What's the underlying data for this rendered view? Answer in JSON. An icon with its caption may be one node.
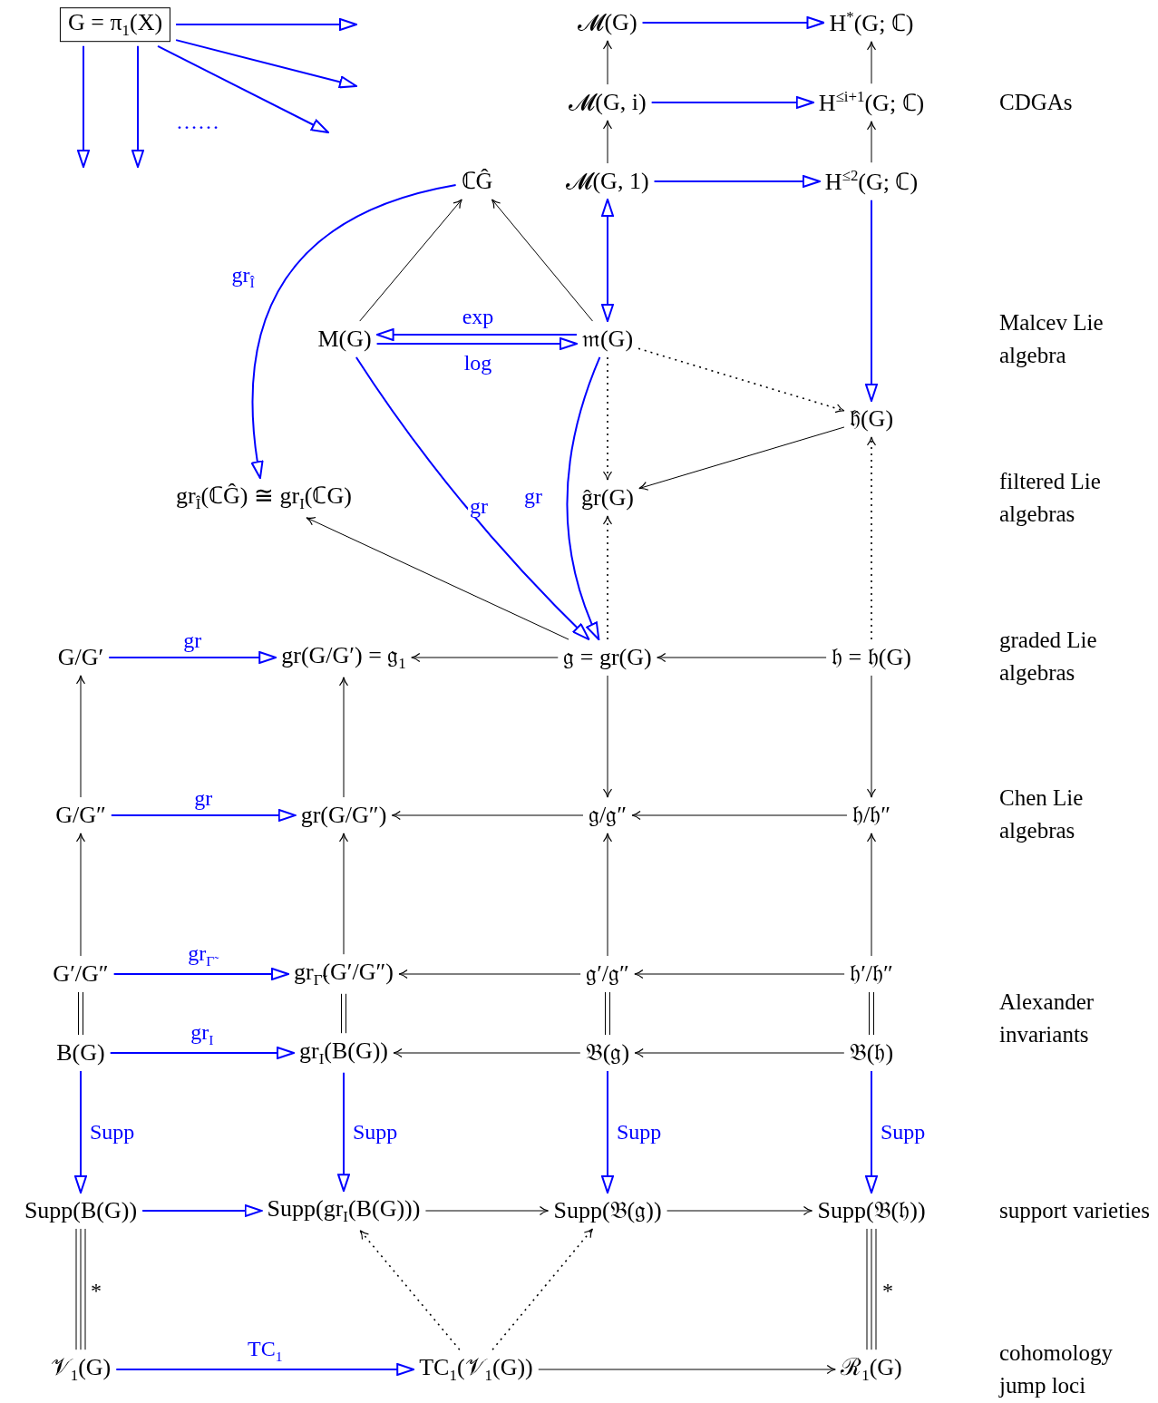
{
  "diagram": {
    "nodes": [
      {
        "text": [
          "G = π$_{1}$(X)"
        ]
      },
      {
        "text": [
          "𝓜(G)"
        ]
      },
      {
        "text": [
          "H$^{*}$(G; ℂ)"
        ]
      },
      {
        "text": [
          "𝓜(G, i)"
        ]
      },
      {
        "text": [
          "H$^{≤i+1}$(G; ℂ)"
        ]
      },
      {
        "text": [
          "ℂĜ"
        ]
      },
      {
        "text": [
          "𝓜(G, 1)"
        ]
      },
      {
        "text": [
          "H$^{≤2}$(G; ℂ)"
        ]
      },
      {
        "text": [
          "M(G)"
        ]
      },
      {
        "text": [
          "𝔪(G)"
        ]
      },
      {
        "text": [
          "𝔥̂(G)"
        ]
      },
      {
        "text": [
          "gr$_{Î}$(ℂĜ) ≅ gr$_{I}$(ℂG)"
        ]
      },
      {
        "text": [
          "ĝr(G)"
        ]
      },
      {
        "text": [
          "G/G′"
        ]
      },
      {
        "text": [
          "gr(G/G′) = 𝔤$_{1}$"
        ]
      },
      {
        "text": [
          "𝔤 = gr(G)"
        ]
      },
      {
        "text": [
          "𝔥 = 𝔥(G)"
        ]
      },
      {
        "text": [
          "G/G″"
        ]
      },
      {
        "text": [
          "gr(G/G″)"
        ]
      },
      {
        "text": [
          "𝔤/𝔤″"
        ]
      },
      {
        "text": [
          "𝔥/𝔥″"
        ]
      },
      {
        "text": [
          "G′/G″"
        ]
      },
      {
        "text": [
          "gr$_{Γ̃}$(G′/G″)"
        ]
      },
      {
        "text": [
          "𝔤′/𝔤″"
        ]
      },
      {
        "text": [
          "𝔥′/𝔥″"
        ]
      },
      {
        "text": [
          "B(G)"
        ]
      },
      {
        "text": [
          "gr$_{I}$(B(G))"
        ]
      },
      {
        "text": [
          "𝔅(𝔤)"
        ]
      },
      {
        "text": [
          "𝔅(𝔥)"
        ]
      },
      {
        "text": [
          "Supp(B(G))"
        ]
      },
      {
        "text": [
          "Supp(gr$_{I}$(B(G)))"
        ]
      },
      {
        "text": [
          "Supp(𝔅(𝔤))"
        ]
      },
      {
        "text": [
          "Supp(𝔅(𝔥))"
        ]
      },
      {
        "text": [
          "𝒱$_{1}$(G)"
        ]
      },
      {
        "text": [
          "TC$_{1}$(𝒱$_{1}$(G))"
        ]
      },
      {
        "text": [
          "ℛ$_{1}$(G)"
        ]
      }
    ],
    "edges": [
      {
        "from": 0,
        "to": null,
        "arrow": "to",
        "color": "#0000ff"
      },
      {
        "from": 0,
        "to": null,
        "arrow": "to",
        "color": "#0000ff"
      },
      {
        "from": 0,
        "to": null,
        "arrow": "to",
        "color": "#0000ff"
      },
      {
        "from": 0,
        "to": null,
        "arrow": "to",
        "color": "#0000ff"
      },
      {
        "from": 0,
        "to": null,
        "arrow": "to",
        "color": "#0000ff"
      },
      {
        "from": 1,
        "to": 2,
        "arrow": "to",
        "color": "#0000ff"
      },
      {
        "from": 3,
        "to": 1,
        "arrow": "to"
      },
      {
        "from": 4,
        "to": 2,
        "arrow": "to"
      },
      {
        "from": 3,
        "to": 4,
        "arrow": "to",
        "color": "#0000ff"
      },
      {
        "from": 6,
        "to": 3,
        "arrow": "to"
      },
      {
        "from": 7,
        "to": 4,
        "arrow": "to"
      },
      {
        "from": 6,
        "to": 7,
        "arrow": "to",
        "color": "#0000ff"
      },
      {
        "from": 5,
        "to": 11,
        "label": "gr$_{Î}$",
        "arrow": "to",
        "color": "#0000ff"
      },
      {
        "from": 8,
        "to": 5,
        "arrow": "to"
      },
      {
        "from": 9,
        "to": 5,
        "arrow": "to"
      },
      {
        "from": 9,
        "to": 6,
        "arrow": "both",
        "color": "#0000ff"
      },
      {
        "from": 7,
        "to": 10,
        "arrow": "to",
        "color": "#0000ff"
      },
      {
        "from": 9,
        "to": 8,
        "label": "exp",
        "arrow": "to",
        "color": "#0000ff"
      },
      {
        "from": 8,
        "to": 9,
        "label": "log",
        "arrow": "to",
        "color": "#0000ff"
      },
      {
        "from": 9,
        "to": 10,
        "arrow": "to",
        "style": "dashed"
      },
      {
        "from": 9,
        "to": 12,
        "arrow": "to",
        "style": "dashed"
      },
      {
        "from": 10,
        "to": 12,
        "arrow": "to"
      },
      {
        "from": 8,
        "to": 15,
        "label": "gr",
        "arrow": "to",
        "color": "#0000ff"
      },
      {
        "from": 9,
        "to": 15,
        "label": "gr",
        "arrow": "to",
        "color": "#0000ff"
      },
      {
        "from": 15,
        "to": 12,
        "arrow": "to",
        "style": "dashed"
      },
      {
        "from": 16,
        "to": 10,
        "arrow": "to",
        "style": "dashed"
      },
      {
        "from": 15,
        "to": 11,
        "arrow": "to"
      },
      {
        "from": 13,
        "to": 14,
        "label": "gr",
        "arrow": "to",
        "color": "#0000ff"
      },
      {
        "from": 15,
        "to": 14,
        "arrow": "to"
      },
      {
        "from": 16,
        "to": 15,
        "arrow": "to"
      },
      {
        "from": 17,
        "to": 13,
        "arrow": "to"
      },
      {
        "from": 18,
        "to": 14,
        "arrow": "to"
      },
      {
        "from": 15,
        "to": 19,
        "arrow": "to"
      },
      {
        "from": 16,
        "to": 20,
        "arrow": "to"
      },
      {
        "from": 17,
        "to": 18,
        "label": "gr",
        "arrow": "to",
        "color": "#0000ff"
      },
      {
        "from": 19,
        "to": 18,
        "arrow": "to"
      },
      {
        "from": 20,
        "to": 19,
        "arrow": "to"
      },
      {
        "from": 21,
        "to": 17,
        "arrow": "to"
      },
      {
        "from": 22,
        "to": 18,
        "arrow": "to"
      },
      {
        "from": 23,
        "to": 19,
        "arrow": "to"
      },
      {
        "from": 24,
        "to": 20,
        "arrow": "to"
      },
      {
        "from": 21,
        "to": 22,
        "label": "gr$_{Γ̃}$",
        "arrow": "to",
        "color": "#0000ff"
      },
      {
        "from": 23,
        "to": 22,
        "arrow": "to"
      },
      {
        "from": 24,
        "to": 23,
        "arrow": "to"
      },
      {
        "from": 21,
        "to": 25,
        "arrow": "none"
      },
      {
        "from": 22,
        "to": 26,
        "arrow": "none"
      },
      {
        "from": 23,
        "to": 27,
        "arrow": "none"
      },
      {
        "from": 24,
        "to": 28,
        "arrow": "none"
      },
      {
        "from": 25,
        "to": 26,
        "label": "gr$_{I}$",
        "arrow": "to",
        "color": "#0000ff"
      },
      {
        "from": 27,
        "to": 26,
        "arrow": "to"
      },
      {
        "from": 28,
        "to": 27,
        "arrow": "to"
      },
      {
        "from": 25,
        "to": 29,
        "label": "Supp",
        "arrow": "to",
        "color": "#0000ff"
      },
      {
        "from": 26,
        "to": 30,
        "label": "Supp",
        "arrow": "to",
        "color": "#0000ff"
      },
      {
        "from": 27,
        "to": 31,
        "label": "Supp",
        "arrow": "to",
        "color": "#0000ff"
      },
      {
        "from": 28,
        "to": 32,
        "label": "Supp",
        "arrow": "to",
        "color": "#0000ff"
      },
      {
        "from": 29,
        "to": 30,
        "arrow": "to",
        "color": "#0000ff"
      },
      {
        "from": 30,
        "to": 31,
        "arrow": "to"
      },
      {
        "from": 31,
        "to": 32,
        "arrow": "to"
      },
      {
        "from": 29,
        "to": 33,
        "label": "*",
        "arrow": "none"
      },
      {
        "from": 32,
        "to": 35,
        "label": "*",
        "arrow": "none"
      },
      {
        "from": 34,
        "to": 30,
        "arrow": "to",
        "style": "dashed"
      },
      {
        "from": 34,
        "to": 31,
        "arrow": "to",
        "style": "dashed"
      },
      {
        "from": 33,
        "to": 34,
        "label": "TC$_{1}$",
        "arrow": "to",
        "color": "#0000ff"
      },
      {
        "from": 34,
        "to": 35,
        "arrow": "to"
      }
    ],
    "labels": [
      "……",
      "CDGAs",
      "Malcev Lie algebra",
      "filtered Lie algebras",
      "graded Lie algebras",
      "Chen Lie algebras",
      "Alexander invariants",
      "support varieties",
      "cohomology jump loci"
    ]
  }
}
